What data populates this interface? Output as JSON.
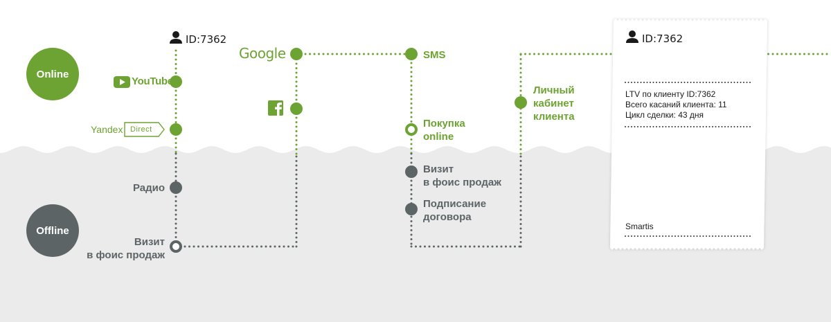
{
  "colors": {
    "green": "#6da332",
    "grey": "#5d6466",
    "offline_bg": "#ebebeb",
    "card_bg": "#ffffff",
    "text_dark": "#1a1a1a"
  },
  "zones": {
    "online": "Online",
    "offline": "Offline"
  },
  "customer": {
    "id_label": "ID:7362",
    "icon": "user-icon"
  },
  "channels": {
    "youtube": {
      "name": "YouTube",
      "icon": "youtube-icon"
    },
    "yandex": {
      "name": "Yandex",
      "tag": "Direct"
    },
    "radio": "Радио",
    "visit_1": "Визит\nв фоис продаж",
    "google": {
      "name": "Google"
    },
    "facebook": {
      "icon": "facebook-icon"
    },
    "sms": "SMS",
    "purchase_online": "Покупка\nonline",
    "visit_2": "Визит\nв фоис продаж",
    "signing": "Подписание\nдоговора",
    "cabinet": "Личный\nкабинет\nклиента"
  },
  "card": {
    "id_label": "ID:7362",
    "lines": [
      "LTV по клиенту ID:7362",
      "Всего касаний клиента: 11",
      "Цикл сделки: 43 дня"
    ],
    "footer": "Smartis"
  }
}
